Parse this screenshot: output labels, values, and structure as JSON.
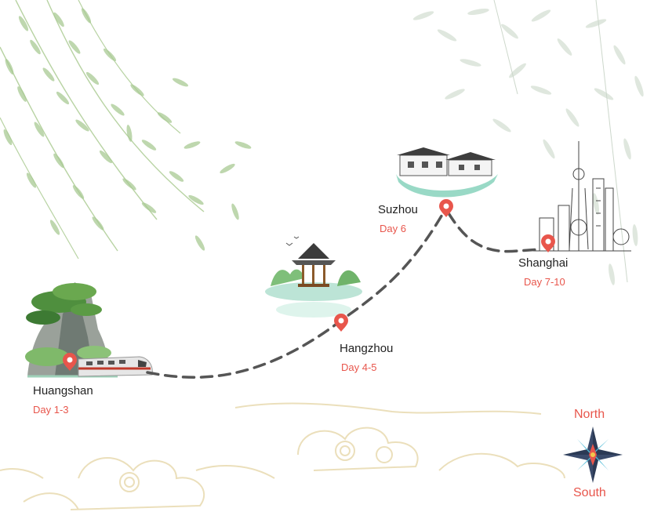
{
  "colors": {
    "accent": "#e8564c",
    "route": "#555555",
    "city_text": "#222222",
    "leaf": "#9dc38a",
    "cloud": "#e9dcb4",
    "water": "#8fd3c3"
  },
  "stops": [
    {
      "name": "Huangshan",
      "days": "Day 1-3"
    },
    {
      "name": "Hangzhou",
      "days": "Day 4-5"
    },
    {
      "name": "Suzhou",
      "days": "Day 6"
    },
    {
      "name": "Shanghai",
      "days": "Day 7-10"
    }
  ],
  "compass": {
    "north": "North",
    "south": "South"
  },
  "icons": {
    "marker": "map-pin-icon",
    "compass": "compass-rose-icon",
    "train": "train-icon"
  }
}
